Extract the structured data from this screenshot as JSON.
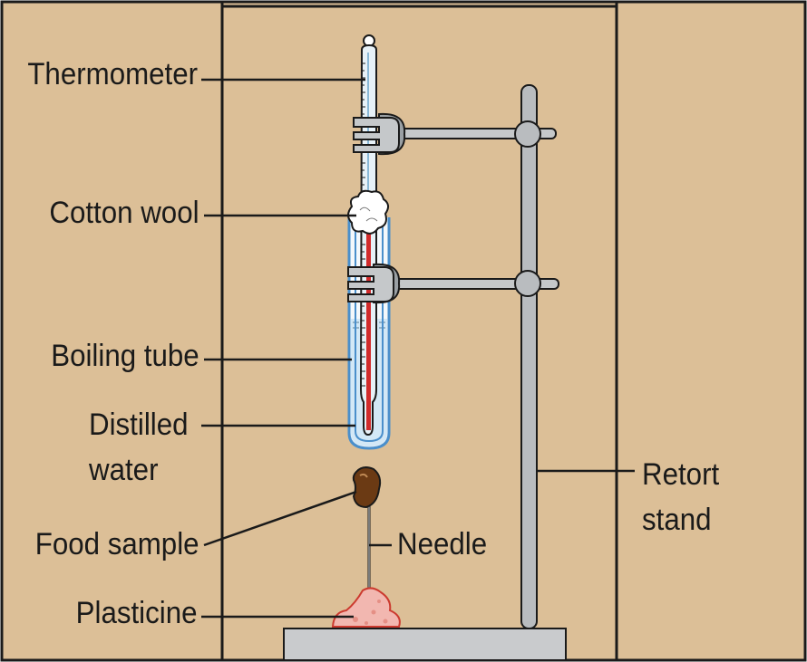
{
  "labels": {
    "thermometer": "Thermometer",
    "cotton_wool": "Cotton wool",
    "boiling_tube": "Boiling tube",
    "distilled_water_line1": "Distilled",
    "distilled_water_line2": "water",
    "food_sample": "Food sample",
    "needle": "Needle",
    "plasticine": "Plasticine",
    "retort_stand_line1": "Retort",
    "retort_stand_line2": "stand"
  },
  "colors": {
    "cabinet": "#dcbf97",
    "outline": "#1a1a1a",
    "stand": "#b9bcbf",
    "water": "#d3e8f6",
    "tube_outline": "#4a8fcb",
    "mercury": "#d22b2b",
    "food_sample": "#6b3a14",
    "plasticine": "#f2b7b0"
  }
}
